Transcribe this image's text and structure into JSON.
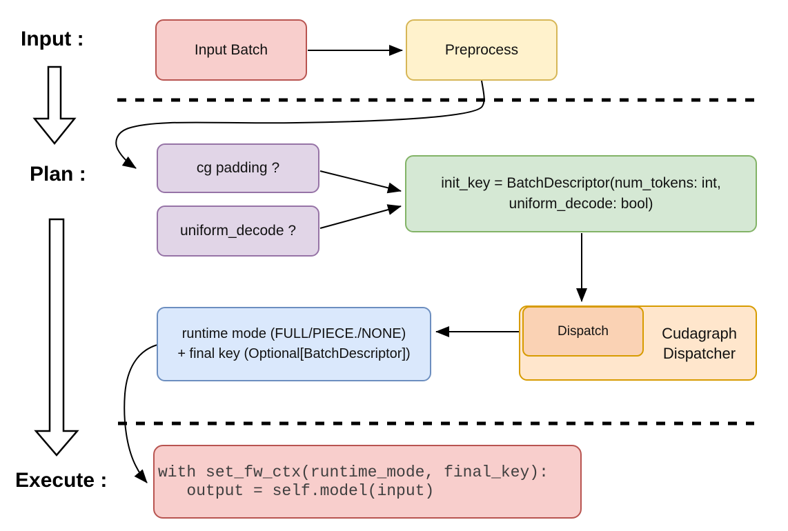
{
  "phase_labels": {
    "input": "Input :",
    "plan": "Plan :",
    "execute": "Execute :"
  },
  "nodes": {
    "input_batch": {
      "label": "Input Batch",
      "fill": "#f8cecc",
      "stroke": "#b85450"
    },
    "preprocess": {
      "label": "Preprocess",
      "fill": "#fff2cc",
      "stroke": "#d6b656"
    },
    "cg_padding": {
      "label": "cg padding ?",
      "fill": "#e1d5e7",
      "stroke": "#9673a6"
    },
    "uniform_decode": {
      "label": "uniform_decode ?",
      "fill": "#e1d5e7",
      "stroke": "#9673a6"
    },
    "init_key": {
      "line1": "init_key = BatchDescriptor(num_tokens: int,",
      "line2": "uniform_decode: bool)",
      "fill": "#d5e8d4",
      "stroke": "#82b366"
    },
    "dispatch": {
      "label": "Dispatch",
      "fill": "#fad2b4",
      "stroke": "#d79b00"
    },
    "cudagraph_dispatcher": {
      "line1": "Cudagraph",
      "line2": "Dispatcher",
      "fill": "#ffe6cc",
      "stroke": "#d79b00"
    },
    "runtime_result": {
      "line1": "runtime mode (FULL/PIECE./NONE)",
      "line2": "+ final key (Optional[BatchDescriptor])",
      "fill": "#dae8fc",
      "stroke": "#6c8ebf"
    },
    "execute_code": {
      "line1": "with set_fw_ctx(runtime_mode, final_key):",
      "line2": "   output = self.model(input)",
      "fill": "#f8cecc",
      "stroke": "#b85450",
      "text_color": "#3f3f3f"
    }
  },
  "connector_color": "#000000"
}
